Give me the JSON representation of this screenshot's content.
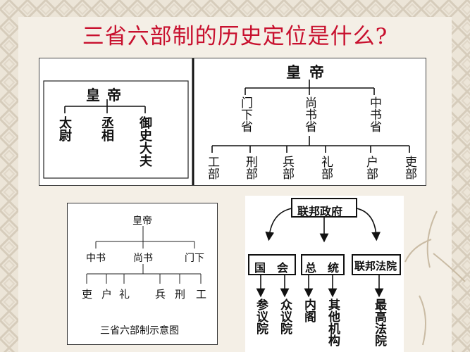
{
  "title": "三省六部制的历史定位是什么?",
  "panel_a": {
    "top": "皇帝",
    "children": [
      "太尉",
      "丞相",
      "御史大夫"
    ]
  },
  "panel_b": {
    "top": "皇帝",
    "provinces": [
      "门下省",
      "尚书省",
      "中书省"
    ],
    "ministries": [
      "工部",
      "刑部",
      "兵部",
      "礼部",
      "户部",
      "吏部"
    ]
  },
  "panel_c": {
    "top": "皇帝",
    "provinces": [
      "中书",
      "尚书",
      "门下"
    ],
    "ministries": [
      "吏",
      "户",
      "礼",
      "兵",
      "刑",
      "工"
    ],
    "caption": "三省六部制示意图"
  },
  "panel_d": {
    "top": "联邦政府",
    "branches": [
      "国　会",
      "总　统",
      "联邦法院"
    ],
    "leaves": [
      "参议院",
      "众议院",
      "内阁",
      "其他机构",
      "最高法院"
    ]
  }
}
